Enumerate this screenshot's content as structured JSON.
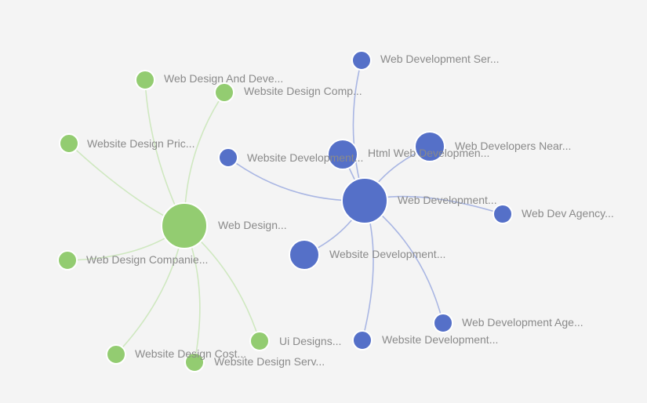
{
  "colors": {
    "green_node": "#93cc71",
    "green_edge": "#cfe8c0",
    "blue_node": "#5570c8",
    "blue_edge": "#a9b6e3",
    "label": "#8a8a8a",
    "background": "#f4f4f4"
  },
  "clusters": [
    {
      "name": "green",
      "hub": {
        "id": "g-hub",
        "label": "Web Design..."
      },
      "nodes": [
        {
          "id": "g1",
          "label": "Web Design And Deve..."
        },
        {
          "id": "g2",
          "label": "Website Design Comp..."
        },
        {
          "id": "g3",
          "label": "Website Design Pric..."
        },
        {
          "id": "g4",
          "label": "Web Design Companie..."
        },
        {
          "id": "g5",
          "label": "Website Design Cost..."
        },
        {
          "id": "g6",
          "label": "Website Design Serv..."
        },
        {
          "id": "g7",
          "label": "Ui Designs..."
        }
      ]
    },
    {
      "name": "blue",
      "hub": {
        "id": "b-hub",
        "label": "Web Development..."
      },
      "nodes": [
        {
          "id": "b1",
          "label": "Web Development Ser..."
        },
        {
          "id": "b2",
          "label": "Html Web Developmen..."
        },
        {
          "id": "b3",
          "label": "Web Developers Near..."
        },
        {
          "id": "b4",
          "label": "Website Development..."
        },
        {
          "id": "b5",
          "label": "Web Dev Agency..."
        },
        {
          "id": "b6",
          "label": "Website Development..."
        },
        {
          "id": "b7",
          "label": "Web Development Age..."
        },
        {
          "id": "b8",
          "label": "Website Development..."
        }
      ]
    }
  ]
}
